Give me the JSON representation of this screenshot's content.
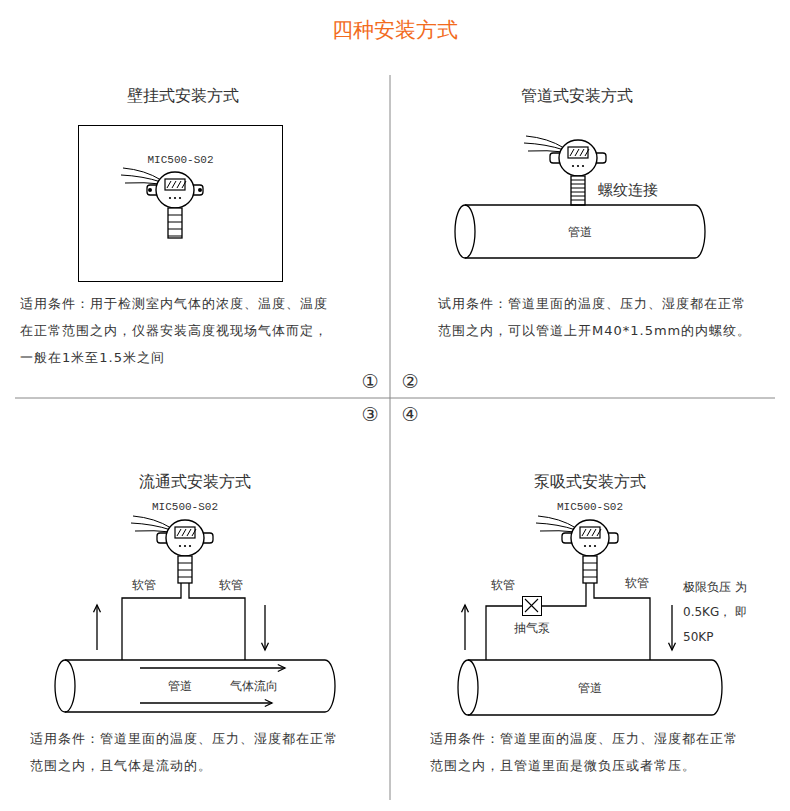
{
  "diagram": {
    "title": "四种安装方式",
    "nodes": [
      {
        "text": [
          "MIC500-S02"
        ]
      },
      {
        "text": [
          "管道"
        ]
      },
      {
        "text": [
          "MIC500-S02"
        ]
      },
      {
        "text": [
          "管道"
        ]
      },
      {
        "text": [
          "MIC500-S02"
        ]
      },
      {
        "text": [
          "抽气泵"
        ]
      },
      {
        "text": [
          "管道"
        ]
      }
    ],
    "edges": [
      {
        "from": 3,
        "to": 2,
        "arrow": "none",
        "label": "软管"
      },
      {
        "from": 2,
        "to": 3,
        "arrow": "none",
        "label": "软管"
      },
      {
        "from": 6,
        "to": 5,
        "arrow": "none",
        "label": "软管"
      },
      {
        "from": 5,
        "to": 4,
        "arrow": "none"
      },
      {
        "from": 4,
        "to": 6,
        "arrow": "none",
        "label": "软管"
      }
    ],
    "labels": [
      "壁挂式安装方式",
      "适用条件：用于检测室内气体的浓度、温度、温度在正常范围之内，仪器安装高度视现场气体而定，一般在1米至1.5米之间",
      "管道式安装方式",
      "螺纹连接",
      "试用条件：管道里面的温度、压力、湿度都在正常范围之内，可以管道上开M40*1.5mm的内螺纹。",
      "①",
      "②",
      "③",
      "④",
      "流通式安装方式",
      "气体流向",
      "适用条件：管道里面的温度、压力、湿度都在正常范围之内，且气体是流动的。",
      "泵吸式安装方式",
      "极限负压 为0.5KG， 即50KP",
      "适用条件：管道里面的温度、压力、湿度都在正常范围之内，且管道里面是微负压或者常压。"
    ]
  }
}
